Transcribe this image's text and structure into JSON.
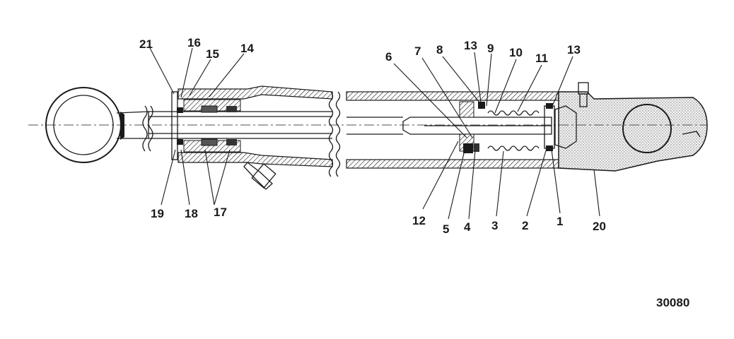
{
  "figure_number": "30080",
  "callouts": [
    {
      "id": "21",
      "label": "21"
    },
    {
      "id": "16",
      "label": "16"
    },
    {
      "id": "15",
      "label": "15"
    },
    {
      "id": "14",
      "label": "14"
    },
    {
      "id": "19",
      "label": "19"
    },
    {
      "id": "18",
      "label": "18"
    },
    {
      "id": "17",
      "label": "17"
    },
    {
      "id": "6",
      "label": "6"
    },
    {
      "id": "7",
      "label": "7"
    },
    {
      "id": "8",
      "label": "8"
    },
    {
      "id": "13a",
      "label": "13"
    },
    {
      "id": "9",
      "label": "9"
    },
    {
      "id": "10",
      "label": "10"
    },
    {
      "id": "11",
      "label": "11"
    },
    {
      "id": "13b",
      "label": "13"
    },
    {
      "id": "12",
      "label": "12"
    },
    {
      "id": "5",
      "label": "5"
    },
    {
      "id": "4",
      "label": "4"
    },
    {
      "id": "3",
      "label": "3"
    },
    {
      "id": "2",
      "label": "2"
    },
    {
      "id": "1",
      "label": "1"
    },
    {
      "id": "20",
      "label": "20"
    }
  ]
}
